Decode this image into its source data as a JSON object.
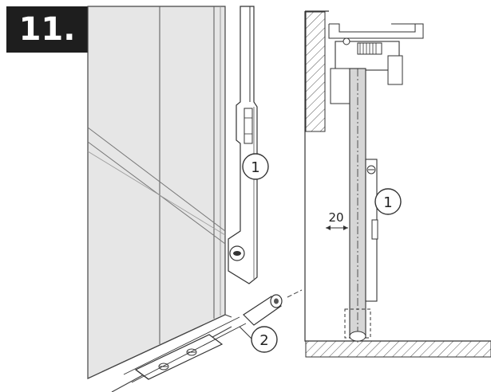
{
  "step": {
    "number": "11."
  },
  "callouts": {
    "bracket_left": "1",
    "spacer": "2",
    "bracket_right": "1"
  },
  "dimension": {
    "gap": "20"
  },
  "colors": {
    "badge_bg": "#1e1e1e",
    "door_fill": "#e6e6e6",
    "line": "#333333",
    "hatch": "#555555"
  }
}
